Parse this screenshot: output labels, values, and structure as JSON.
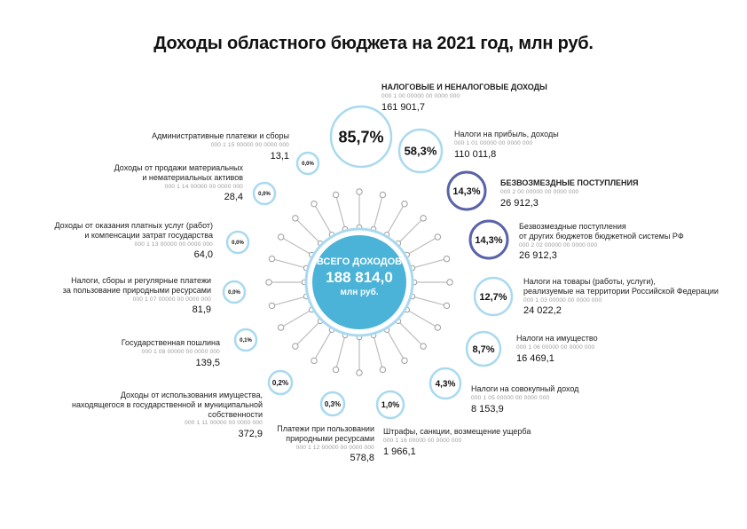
{
  "title": "Доходы областного бюджета на 2021 год, млн руб.",
  "center": {
    "label": "ВСЕГО ДОХОДОВ",
    "value": "188 814,0",
    "unit": "млн руб."
  },
  "colors": {
    "center": "#4bb3d8",
    "ring_light": "#a9d9f0",
    "ring_dark": "#5a63a8",
    "spoke": "#bdbdbd"
  },
  "items": [
    {
      "pct": "85,7%",
      "name": "НАЛОГОВЫЕ И НЕНАЛОГОВЫЕ ДОХОДЫ",
      "code": "000 1 00 00000 00 0000 000",
      "value": "161 901,7",
      "bold": true
    },
    {
      "pct": "58,3%",
      "name": "Налоги на прибыль, доходы",
      "code": "000 1 01 00000 00 0000 000",
      "value": "110 011,8"
    },
    {
      "pct": "14,3%",
      "name": "БЕЗВОЗМЕЗДНЫЕ ПОСТУПЛЕНИЯ",
      "code": "000 2 00 00000 00 0000 000",
      "value": "26 912,3",
      "bold": true
    },
    {
      "pct": "14,3%",
      "name": "Безвозмездные поступления\nот других бюджетов бюджетной системы РФ",
      "code": "000 2 02 00000 00 0000 000",
      "value": "26 912,3"
    },
    {
      "pct": "12,7%",
      "name": "Налоги на товары (работы, услуги),\nреализуемые на территории Российской Федерации",
      "code": "000 1 03 00000 00 0000 000",
      "value": "24 022,2"
    },
    {
      "pct": "8,7%",
      "name": "Налоги на имущество",
      "code": "000 1 06 00000 00 0000 000",
      "value": "16 469,1"
    },
    {
      "pct": "4,3%",
      "name": "Налоги на совокупный доход",
      "code": "000 1 05 00000 00 0000 000",
      "value": "8 153,9"
    },
    {
      "pct": "1,0%",
      "name": "Штрафы, санкции, возмещение ущерба",
      "code": "000 1 16 00000 00 0000 000",
      "value": "1 966,1"
    },
    {
      "pct": "0,3%",
      "name": "Платежи при пользовании\nприродными ресурсами",
      "code": "000 1 12 00000 00 0000 000",
      "value": "578,8"
    },
    {
      "pct": "0,2%",
      "name": "Доходы от использования имущества,\nнаходящегося в государственной и муниципальной собственности",
      "code": "000 1 11 00000 00 0000 000",
      "value": "372,9"
    },
    {
      "pct": "0,1%",
      "name": "Государственная пошлина",
      "code": "000 1 08 00000 00 0000 000",
      "value": "139,5"
    },
    {
      "pct": "0,0%",
      "name": "Налоги, сборы и регулярные платежи\nза пользование природными ресурсами",
      "code": "000 1 07 00000 00 0000 000",
      "value": "81,9"
    },
    {
      "pct": "0,0%",
      "name": "Доходы от оказания платных услуг (работ)\nи компенсации затрат государства",
      "code": "000 1 13 00000 00 0000 000",
      "value": "64,0"
    },
    {
      "pct": "0,0%",
      "name": "Доходы от продажи материальных\nи нематериальных активов",
      "code": "000 1 14 00000 00 0000 000",
      "value": "28,4"
    },
    {
      "pct": "0,0%",
      "name": "Административные платежи и сборы",
      "code": "000 1 15 00000 00 0000 000",
      "value": "13,1"
    }
  ]
}
